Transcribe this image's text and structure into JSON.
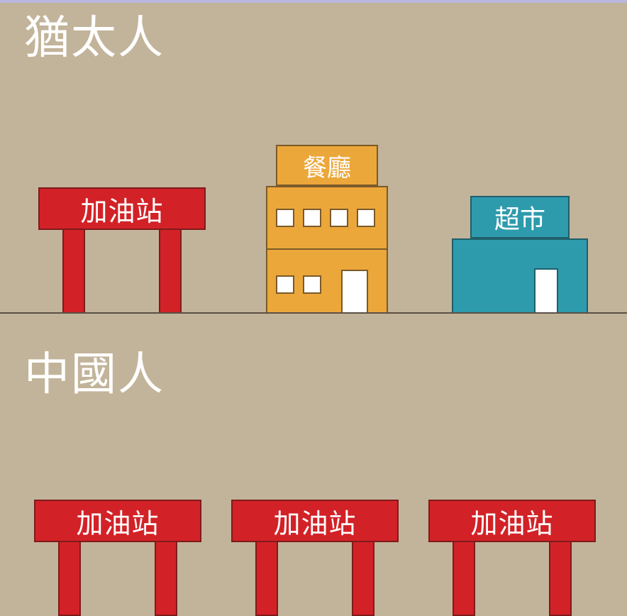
{
  "sections": {
    "jewish": {
      "title": "猶太人",
      "buildings": {
        "gas_station": "加油站",
        "restaurant": "餐廳",
        "supermarket": "超市"
      }
    },
    "chinese": {
      "title": "中國人",
      "buildings": [
        "加油站",
        "加油站",
        "加油站"
      ]
    }
  },
  "colors": {
    "background": "#c2b49a",
    "gas_station_red": "#d22227",
    "restaurant_orange": "#eca73a",
    "supermarket_teal": "#2e9bad",
    "text": "#ffffff"
  }
}
